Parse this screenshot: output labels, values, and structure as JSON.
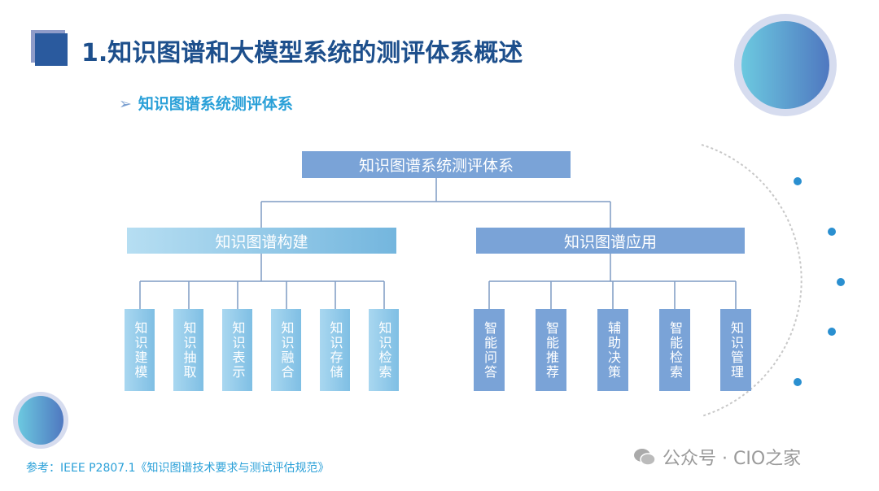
{
  "header": {
    "title": "1.知识图谱和大模型系统的测评体系概述",
    "subtitle": "知识图谱系统测评体系"
  },
  "diagram": {
    "root": "知识图谱系统测评体系",
    "branches": [
      {
        "label": "知识图谱构建",
        "leaves": [
          "知识建模",
          "知识抽取",
          "知识表示",
          "知识融合",
          "知识存储",
          "知识检索"
        ]
      },
      {
        "label": "知识图谱应用",
        "leaves": [
          "智能问答",
          "智能推荐",
          "辅助决策",
          "智能检索",
          "知识管理"
        ]
      }
    ]
  },
  "footer": {
    "reference": "参考：IEEE  P2807.1《知识图谱技术要求与测试评估规范》",
    "watermark": "公众号 · CIO之家"
  },
  "colors": {
    "title": "#1d4f8c",
    "accent": "#2aa0d8",
    "box": "#7aa3d7"
  }
}
